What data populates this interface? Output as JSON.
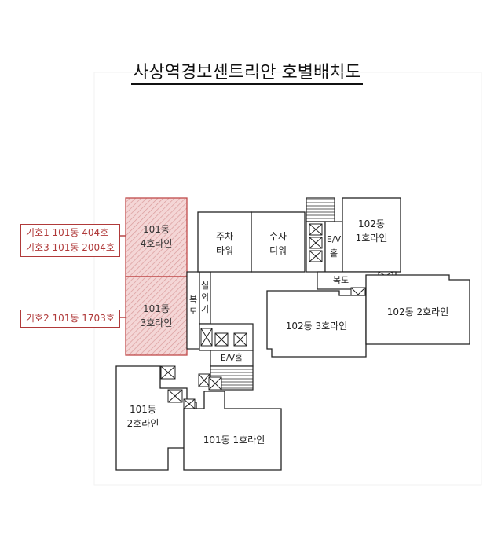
{
  "title": "사상역경보센트리안 호별배치도",
  "callouts": {
    "box1_line1": "기호1 101동 404호",
    "box1_line2": "기호3 101동 2004호",
    "box2_line1": "기호2 101동 1703호"
  },
  "highlighted_units": {
    "upper_l1": "101동",
    "upper_l2": "4호라인",
    "lower_l1": "101동",
    "lower_l2": "3호라인"
  },
  "rooms": {
    "parking_l1": "주차",
    "parking_l2": "타워",
    "water_l1": "수자",
    "water_l2": "디워",
    "ev_hall_right_l1": "E/V",
    "ev_hall_right_l2": "홀",
    "b102_line1_l1": "102동",
    "b102_line1_l2": "1호라인",
    "hallway_right": "복도",
    "b102_line3": "102동 3호라인",
    "b102_line2": "102동 2호라인",
    "hallway_left": "복도",
    "outdoor_unit": "실외기",
    "ev_hall_center": "E/V홀",
    "b101_line2_l1": "101동",
    "b101_line2_l2": "2호라인",
    "b101_line1": "101동 1호라인"
  },
  "colors": {
    "highlight_fill": "#f3d3d3",
    "highlight_border": "#c04a4a",
    "callout": "#b03a3a"
  }
}
